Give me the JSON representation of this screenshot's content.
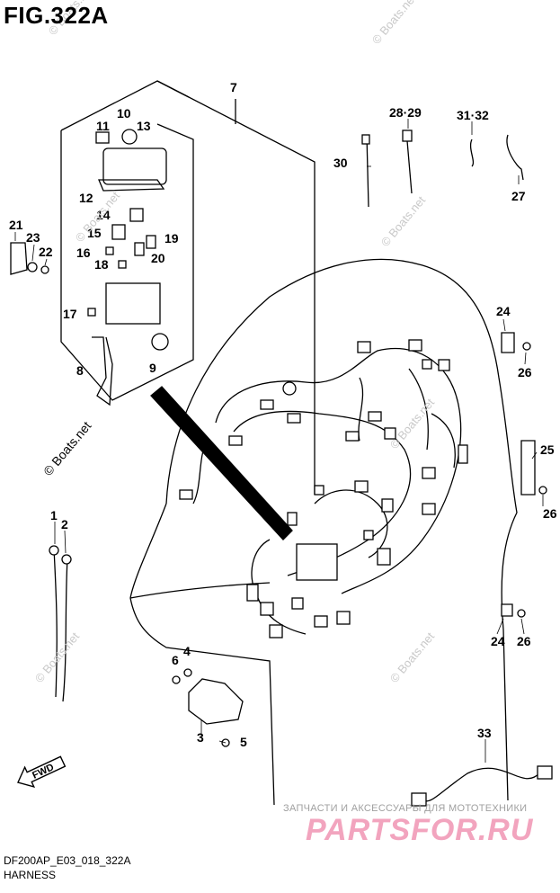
{
  "figure": {
    "title": "FIG.322A",
    "model_code": "DF200AP_E03_018_322A",
    "section": "HARNESS"
  },
  "callouts": [
    "1",
    "2",
    "3",
    "4",
    "5",
    "6",
    "7",
    "8",
    "9",
    "10",
    "11",
    "12",
    "13",
    "14",
    "15",
    "16",
    "17",
    "18",
    "19",
    "20",
    "21",
    "22",
    "23",
    "24",
    "24",
    "25",
    "26",
    "26",
    "26",
    "27",
    "28·29",
    "30",
    "31·32",
    "33"
  ],
  "direction_label": "FWD",
  "watermark": "© Boats.net",
  "promo": {
    "subtitle": "ЗАПЧАСТИ И АКСЕССУАРЫ ДЛЯ МОТОТЕХНИКИ",
    "brand": "PARTSFOR.RU"
  }
}
